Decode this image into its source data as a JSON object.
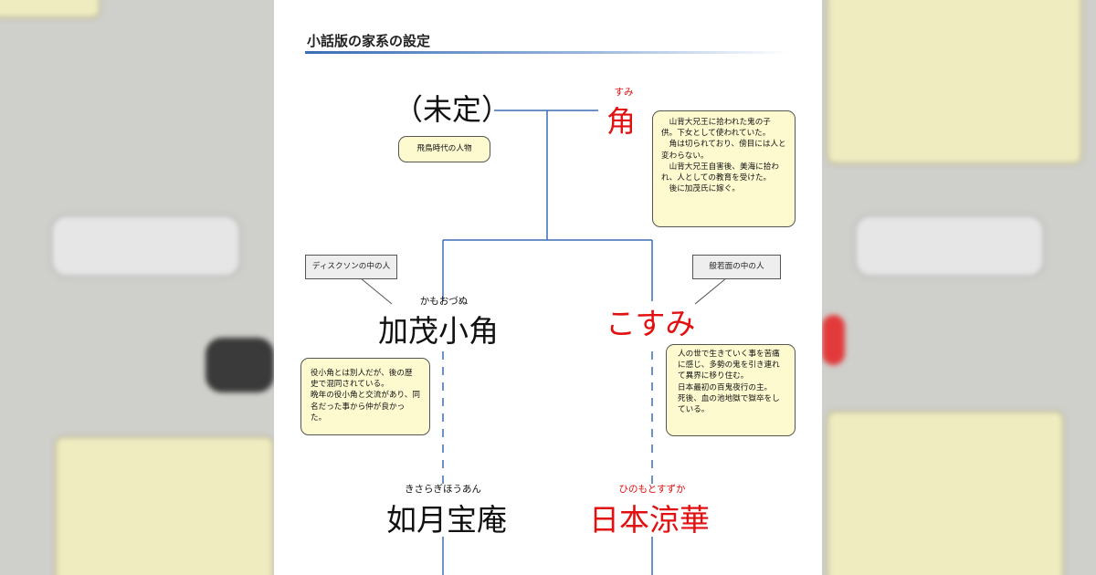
{
  "title": "小話版の家系の設定",
  "colors": {
    "accent_red": "#e21010",
    "line_blue": "#3a6db3",
    "note_bg": "#fdfad0"
  },
  "people": {
    "mitei": {
      "name": "（未定）",
      "note": "飛鳥時代の人物"
    },
    "sumi": {
      "name": "角",
      "ruby": "すみ",
      "note": "　山背大兄王に拾われた鬼の子供。下女として使われていた。\n　角は切られており、傍目には人と変わらない。\n　山背大兄王自害後、美海に拾われ、人としての教育を受けた。\n　後に加茂氏に嫁ぐ。"
    },
    "kamo_ozunu": {
      "name": "加茂小角",
      "ruby": "かもおづぬ",
      "label": "ディスクソンの中の人",
      "note": "役小角とは別人だが、後の歴史で混同されている。\n晩年の役小角と交流があり、同名だった事から仲が良かった。"
    },
    "kosumi": {
      "name": "こすみ",
      "label": "般若面の中の人",
      "note": "人の世で生きていく事を苦痛に感じ、多勢の鬼を引き連れて異界に移り住む。\n日本最初の百鬼夜行の主。\n死後、血の池地獄で獄卒をしている。"
    },
    "kisaragi": {
      "name": "如月宝庵",
      "ruby": "きさらぎほうあん"
    },
    "hinomoto": {
      "name": "日本涼華",
      "ruby": "ひのもとすずか"
    }
  }
}
